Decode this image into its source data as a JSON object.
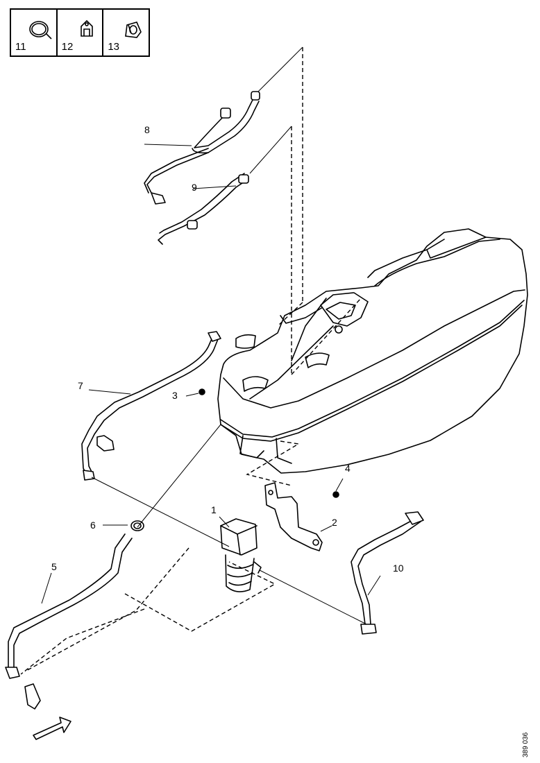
{
  "legend": {
    "items": [
      {
        "number": "11",
        "icon": "hose-clamp-icon"
      },
      {
        "number": "12",
        "icon": "clip-icon"
      },
      {
        "number": "13",
        "icon": "grommet-icon"
      }
    ]
  },
  "callouts": {
    "c1": "1",
    "c2": "2",
    "c3": "3",
    "c4": "4",
    "c5": "5",
    "c6": "6",
    "c7": "7",
    "c8": "8",
    "c9": "9",
    "c10": "10"
  },
  "reference_code": "389 036"
}
